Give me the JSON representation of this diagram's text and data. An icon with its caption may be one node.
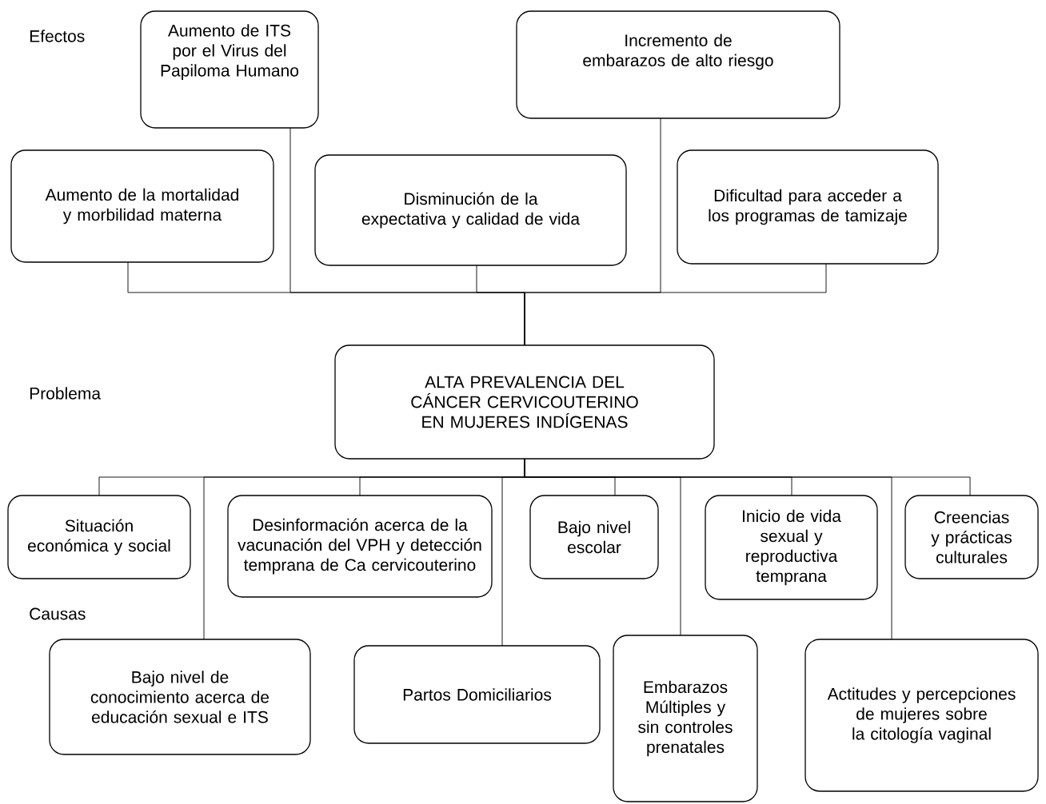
{
  "diagram": {
    "nodes": [
      {
        "text": [
          "Aumento de ITS por el Virus del Papiloma Humano"
        ]
      },
      {
        "text": [
          "Incremento de embarazos de alto riesgo"
        ]
      },
      {
        "text": [
          "Aumento de la mortalidad y morbilidad materna"
        ]
      },
      {
        "text": [
          "Disminución de la expectativa y calidad de vida"
        ]
      },
      {
        "text": [
          "Dificultad para acceder a los programas de tamizaje"
        ]
      },
      {
        "text": [
          "ALTA PREVALENCIA DEL CÁNCER CERVICOUTERINO EN MUJERES INDÍGENAS"
        ]
      },
      {
        "text": [
          "Situación económica y social"
        ]
      },
      {
        "text": [
          "Desinformación acerca de la vacunación del VPH y detección temprana de Ca cervicouterino"
        ]
      },
      {
        "text": [
          "Bajo nivel escolar"
        ]
      },
      {
        "text": [
          "Inicio de vida sexual y reproductiva temprana"
        ]
      },
      {
        "text": [
          "Creencias y prácticas culturales"
        ]
      },
      {
        "text": [
          "Bajo nivel de conocimiento acerca de educación sexual e ITS"
        ]
      },
      {
        "text": [
          "Partos Domiciliarios"
        ]
      },
      {
        "text": [
          "Embarazos Múltiples y sin controles prenatales"
        ]
      },
      {
        "text": [
          "Actitudes y percepciones de mujeres sobre la citología vaginal"
        ]
      }
    ],
    "edges": [
      {
        "from": 5,
        "to": 2,
        "arrow": "none"
      },
      {
        "from": 5,
        "to": 0,
        "arrow": "none"
      },
      {
        "from": 5,
        "to": 3,
        "arrow": "none"
      },
      {
        "from": 5,
        "to": 1,
        "arrow": "none"
      },
      {
        "from": 5,
        "to": 4,
        "arrow": "none"
      },
      {
        "from": 5,
        "to": 6,
        "arrow": "none"
      },
      {
        "from": 5,
        "to": 11,
        "arrow": "none"
      },
      {
        "from": 5,
        "to": 7,
        "arrow": "none"
      },
      {
        "from": 5,
        "to": 12,
        "arrow": "none"
      },
      {
        "from": 5,
        "to": 8,
        "arrow": "none"
      },
      {
        "from": 5,
        "to": 13,
        "arrow": "none"
      },
      {
        "from": 5,
        "to": 9,
        "arrow": "none"
      },
      {
        "from": 5,
        "to": 14,
        "arrow": "none"
      },
      {
        "from": 5,
        "to": 10,
        "arrow": "none"
      }
    ],
    "labels": [
      "Efectos",
      "Problema",
      "Causas"
    ]
  }
}
